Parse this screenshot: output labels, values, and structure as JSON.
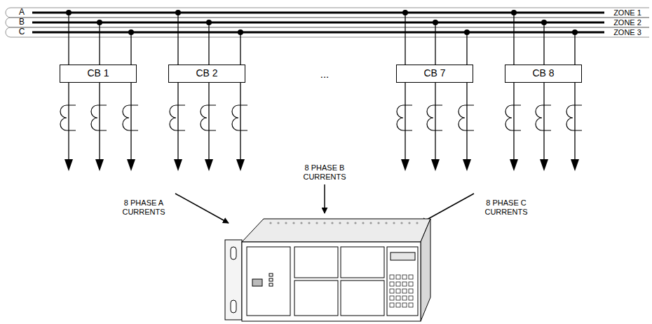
{
  "diagram": {
    "nodes": [
      {
        "text": [
          "CB 1"
        ]
      },
      {
        "text": [
          "CB 2"
        ]
      },
      {
        "text": [
          "CB 7"
        ]
      },
      {
        "text": [
          "CB 8"
        ]
      }
    ],
    "labels": [
      "A",
      "B",
      "C",
      "ZONE 1",
      "ZONE 2",
      "ZONE 3",
      "...",
      "8 PHASE A CURRENTS",
      "8 PHASE B CURRENTS",
      "8 PHASE C CURRENTS"
    ]
  }
}
